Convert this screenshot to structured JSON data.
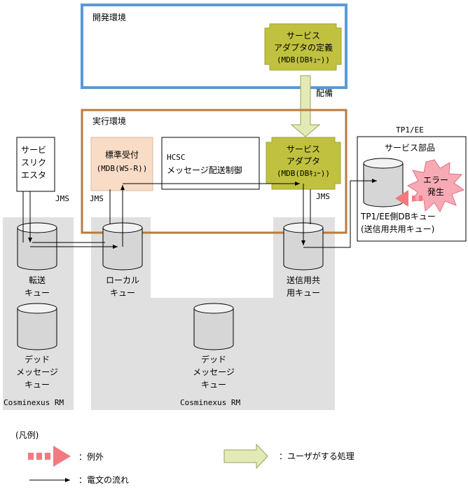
{
  "environments": {
    "dev": "開発環境",
    "exec": "実行環境"
  },
  "adapter_def": {
    "line1": "サービス",
    "line2": "アダプタの定義",
    "line3": "(MDB(DBｷｭｰ))"
  },
  "deploy_label": "配備",
  "adapter_exec": {
    "line1": "サービス",
    "line2": "アダプタ",
    "line3": "(MDB(DBｷｭｰ))"
  },
  "standard_recv": {
    "line1": "標準受付",
    "line2": "(MDB(WS-R))"
  },
  "hcsc": {
    "line1": "HCSC",
    "line2": "メッセージ配送制御"
  },
  "requester": {
    "line1": "サービ",
    "line2": "スリク",
    "line3": "エスタ"
  },
  "jms_labels": [
    "JMS",
    "JMS",
    "JMS"
  ],
  "queues": {
    "transfer": [
      "転送",
      "キュー"
    ],
    "local": [
      "ローカル",
      "キュー"
    ],
    "send_shared": [
      "送信用共",
      "用キュー"
    ],
    "dead_left": [
      "デッド",
      "メッセージ",
      "キュー"
    ],
    "dead_center": [
      "デッド",
      "メッセージ",
      "キュー"
    ]
  },
  "cosminexus_rm": [
    "Cosminexus RM",
    "Cosminexus RM"
  ],
  "tp1": {
    "title": "TP1/EE",
    "service_part": "サービス部品",
    "error": [
      "エラー",
      "発生"
    ],
    "queue_line1": "TP1/EE側DBキュー",
    "queue_line2": "(送信用共用キュー)"
  },
  "legend": {
    "title": "(凡例)",
    "exception": "：例外",
    "user_process": "：ユーザがする処理",
    "message_flow": "：電文の流れ"
  },
  "colors": {
    "dev_border": "#5b9ad5",
    "exec_border": "#b97b3c",
    "adapter_fill": "#c0c23f",
    "recv_fill": "#f9dcc6",
    "gray_zone": "#e0e0e0",
    "deploy_arrow": "#e4eab5",
    "error_fill": "#f7aab6",
    "exception_arrow": "#f07a80"
  }
}
